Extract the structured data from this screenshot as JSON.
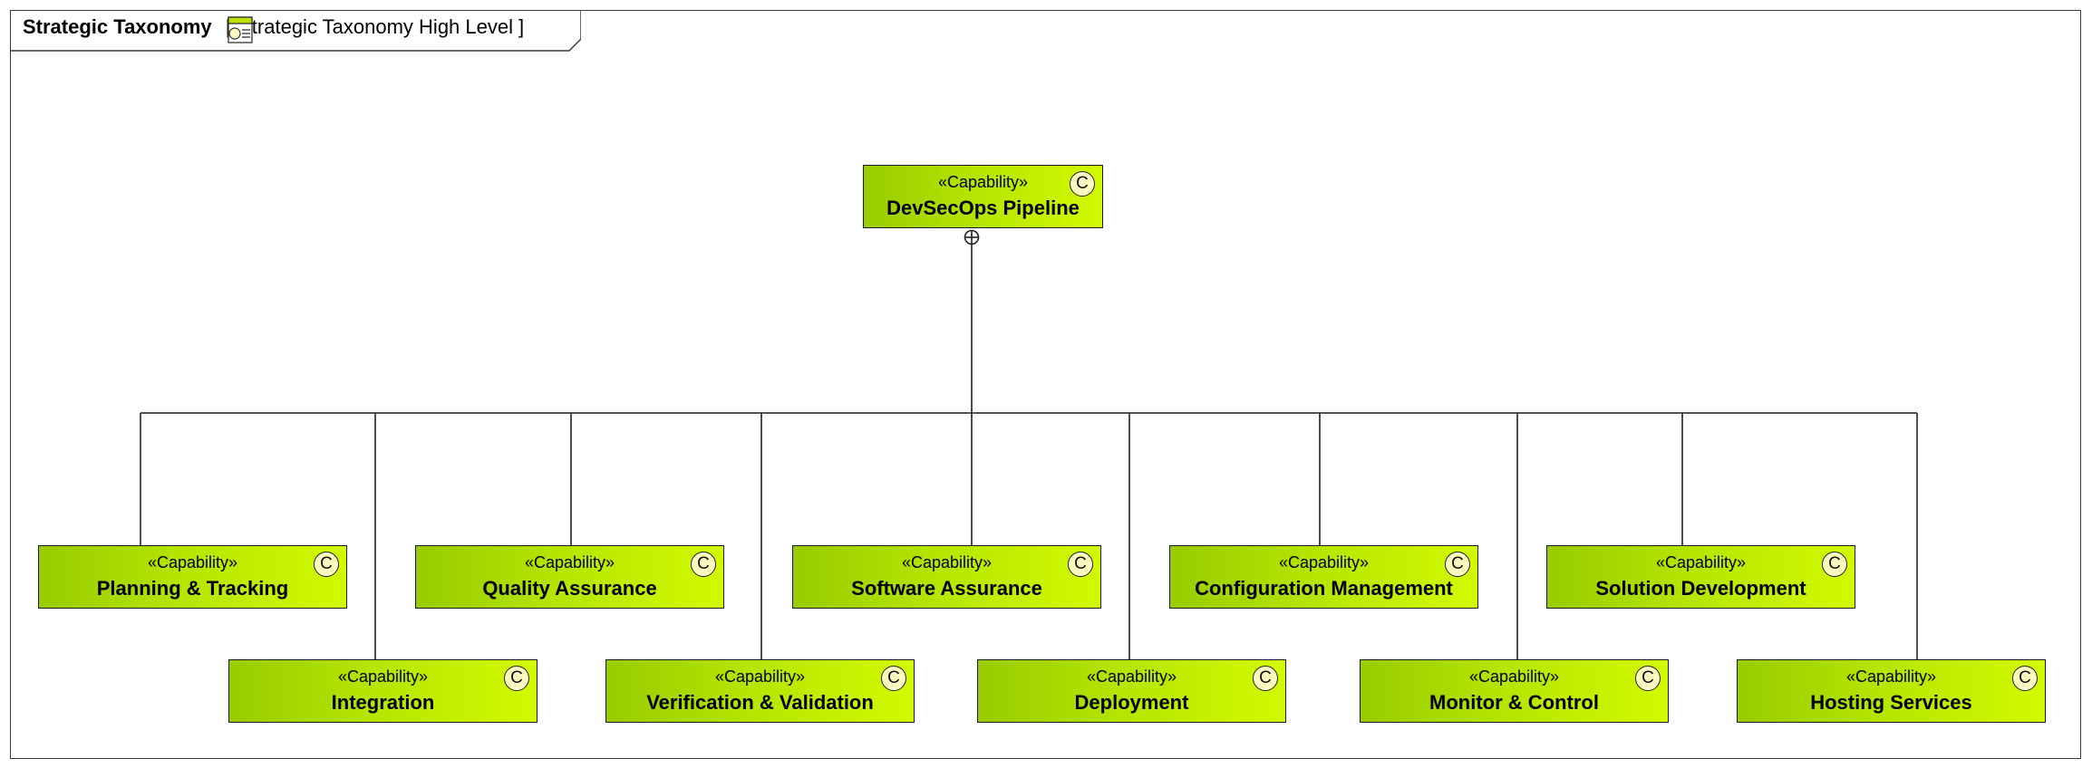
{
  "frame": {
    "title": "Strategic Taxonomy",
    "bracket_open": "[",
    "diagram_name": "Strategic Taxonomy High Level",
    "bracket_close": "]"
  },
  "capability_icon": "C",
  "root": {
    "stereotype": "«Capability»",
    "name": "DevSecOps Pipeline"
  },
  "children": [
    {
      "stereotype": "«Capability»",
      "name": "Planning & Tracking"
    },
    {
      "stereotype": "«Capability»",
      "name": "Integration"
    },
    {
      "stereotype": "«Capability»",
      "name": "Quality Assurance"
    },
    {
      "stereotype": "«Capability»",
      "name": "Verification & Validation"
    },
    {
      "stereotype": "«Capability»",
      "name": "Software Assurance"
    },
    {
      "stereotype": "«Capability»",
      "name": "Deployment"
    },
    {
      "stereotype": "«Capability»",
      "name": "Configuration Management"
    },
    {
      "stereotype": "«Capability»",
      "name": "Monitor & Control"
    },
    {
      "stereotype": "«Capability»",
      "name": "Solution Development"
    },
    {
      "stereotype": "«Capability»",
      "name": "Hosting Services"
    }
  ],
  "colors": {
    "fill_left": "#98cc00",
    "fill_right": "#d2fa00",
    "icon_fill": "#fdf9c0",
    "line": "#3a3a3a"
  }
}
